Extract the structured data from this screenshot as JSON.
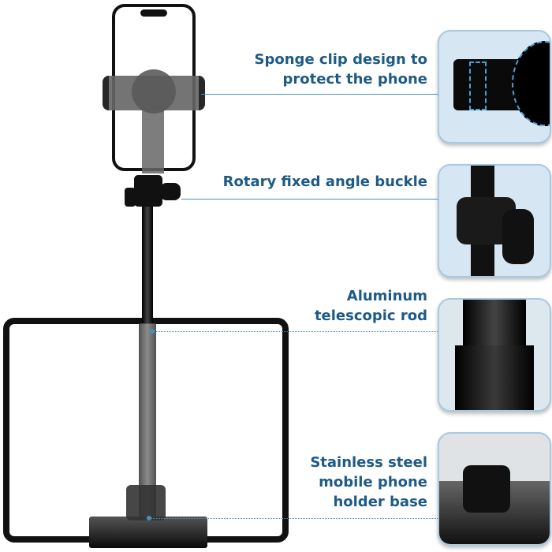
{
  "callouts": [
    {
      "lines": [
        "Sponge clip design to",
        "protect the phone"
      ]
    },
    {
      "lines": [
        "Rotary fixed angle buckle"
      ]
    },
    {
      "lines": [
        "Aluminum",
        "telescopic rod"
      ]
    },
    {
      "lines": [
        "Stainless steel",
        "mobile phone",
        "holder base"
      ]
    }
  ],
  "colors": {
    "accent": "#1e5a86",
    "panel": "#d6e6f2",
    "product": "#111111"
  }
}
